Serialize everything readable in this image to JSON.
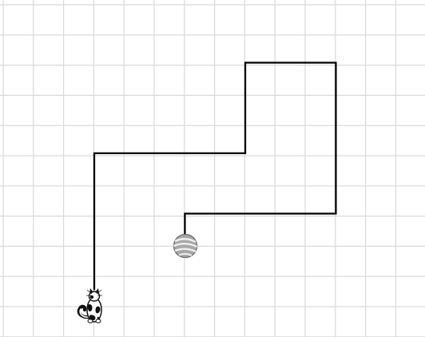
{
  "colors": {
    "background": "#ffffff",
    "grid_line": "#d9d9d9",
    "path_line": "#000000",
    "ball_fill": "#a8a8a8",
    "ball_stripe": "#efefef",
    "ball_outline": "#6e6e6e",
    "cat_body": "#ffffff",
    "cat_spots": "#111111"
  },
  "grid": {
    "cell_count_x": 14,
    "cell_count_y": 11
  },
  "icons": {
    "cat": "cat-icon",
    "ball": "yarn-ball-icon"
  },
  "path": {
    "start": "cat",
    "end": "ball",
    "steps": [
      {
        "dir": "up",
        "cells": 4.5
      },
      {
        "dir": "right",
        "cells": 5
      },
      {
        "dir": "up",
        "cells": 3
      },
      {
        "dir": "right",
        "cells": 3
      },
      {
        "dir": "down",
        "cells": 5
      },
      {
        "dir": "left",
        "cells": 5
      },
      {
        "dir": "down",
        "cells": 0.7
      }
    ]
  }
}
